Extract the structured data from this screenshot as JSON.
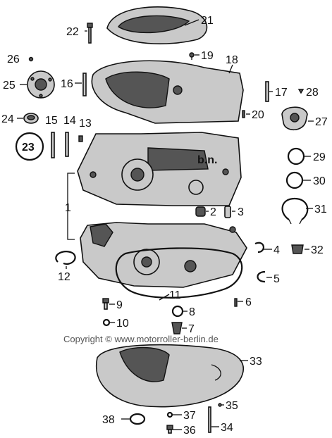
{
  "labels": [
    "1",
    "2",
    "3",
    "4",
    "5",
    "6",
    "7",
    "8",
    "9",
    "10",
    "11",
    "12",
    "13",
    "14",
    "15",
    "16",
    "17",
    "18",
    "19",
    "20",
    "21",
    "22",
    "23",
    "24",
    "25",
    "26",
    "27",
    "28",
    "29",
    "30",
    "31",
    "32",
    "33",
    "34",
    "35",
    "36",
    "37",
    "38"
  ],
  "annotation_bn": "b.n.",
  "watermark": "Copyright © www.motorroller-berlin.de"
}
